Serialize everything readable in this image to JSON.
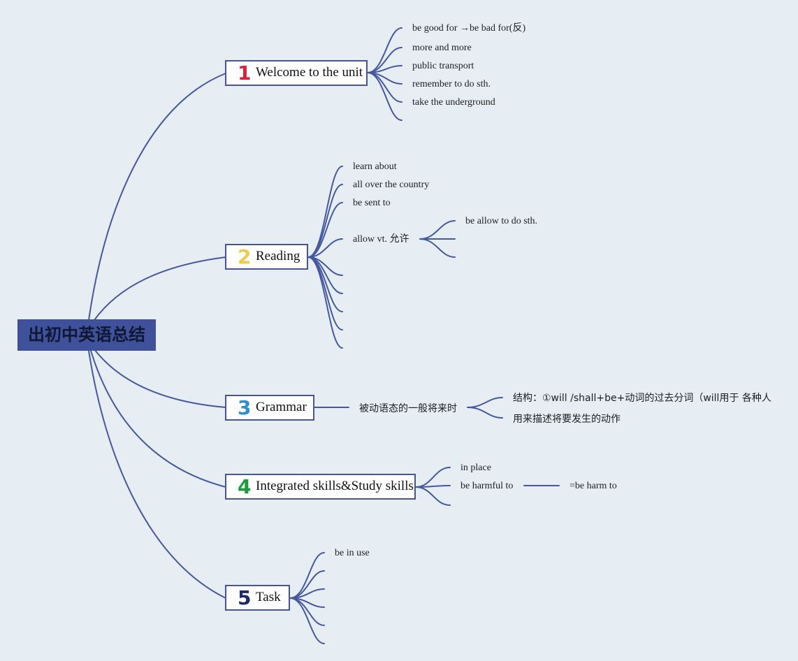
{
  "root": {
    "title": "出初中英语总结"
  },
  "topics": [
    {
      "number": "1",
      "number_color": "#d9213a",
      "label": "Welcome to the unit",
      "items": [
        "be good for →be bad for(反)",
        "more and more",
        "public transport",
        "remember to do sth.",
        "take the underground"
      ]
    },
    {
      "number": "2",
      "number_color": "#f2c94c",
      "label": "Reading",
      "items": [
        "learn about",
        "all over the country",
        "be sent to",
        "allow vt. 允许"
      ],
      "sub": {
        "allow": "be allow to do sth."
      }
    },
    {
      "number": "3",
      "number_color": "#2b8fd0",
      "label": "Grammar",
      "items": [
        "被动语态的一般将来时"
      ],
      "sub": {
        "structure": "结构：①will /shall+be+动词的过去分词（will用于 各种人",
        "usage": "用来描述将要发生的动作"
      }
    },
    {
      "number": "4",
      "number_color": "#1e9b3a",
      "label": "Integrated skills&Study skills",
      "items": [
        "in place",
        "be harmful to"
      ],
      "sub": {
        "harmful": "=be harm to"
      }
    },
    {
      "number": "5",
      "number_color": "#1d2b6b",
      "label": "Task",
      "items": [
        "be in use"
      ]
    }
  ],
  "colors": {
    "line": "#4657a0",
    "root_bg": "#3f519b",
    "background": "#e6eef4"
  }
}
